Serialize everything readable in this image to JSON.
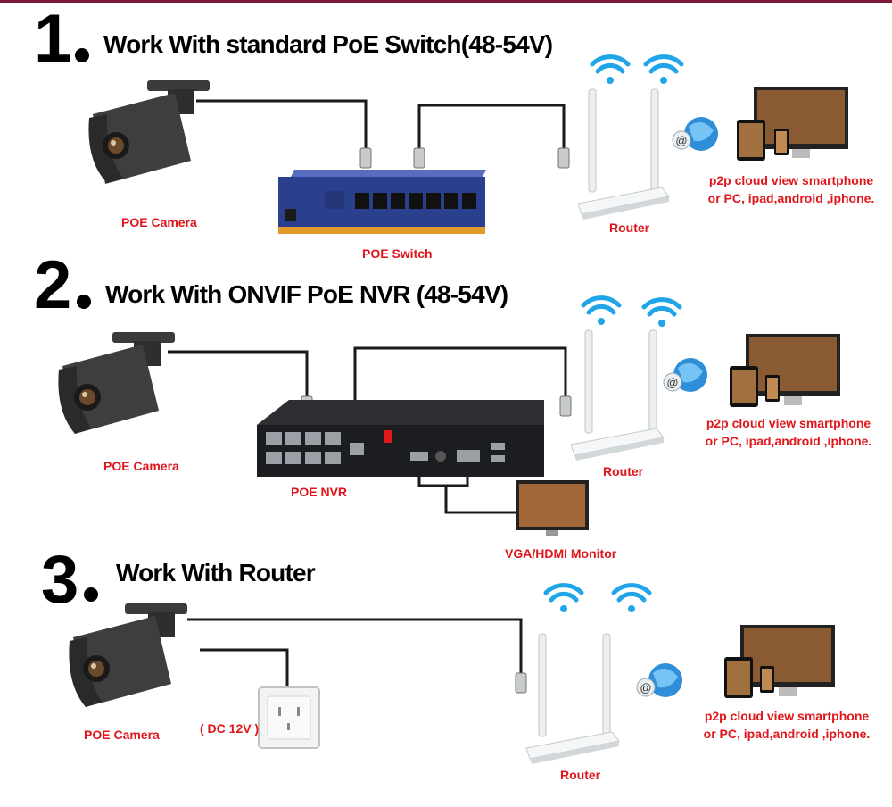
{
  "sections": [
    {
      "number": "1",
      "title": "Work With standard PoE Switch(48-54V)",
      "camera_label": "POE Camera",
      "device_label": "POE Switch",
      "router_label": "Router",
      "cloud_text": [
        "p2p cloud view smartphone",
        "or PC, ipad,android ,iphone."
      ]
    },
    {
      "number": "2",
      "title": "Work With ONVIF PoE NVR (48-54V)",
      "camera_label": "POE Camera",
      "device_label": "POE NVR",
      "router_label": "Router",
      "monitor_label": "VGA/HDMI Monitor",
      "cloud_text": [
        "p2p cloud view smartphone",
        "or PC, ipad,android ,iphone."
      ]
    },
    {
      "number": "3",
      "title": "Work With Router",
      "camera_label": "POE Camera",
      "power_label": "( DC 12V )",
      "router_label": "Router",
      "cloud_text": [
        "p2p cloud view smartphone",
        "or PC, ipad,android ,iphone."
      ]
    }
  ],
  "colors": {
    "label_red": "#e0161b",
    "heading_black": "#000000",
    "switch_blue": "#2b3f8f",
    "cable": "#1a1a1a"
  }
}
